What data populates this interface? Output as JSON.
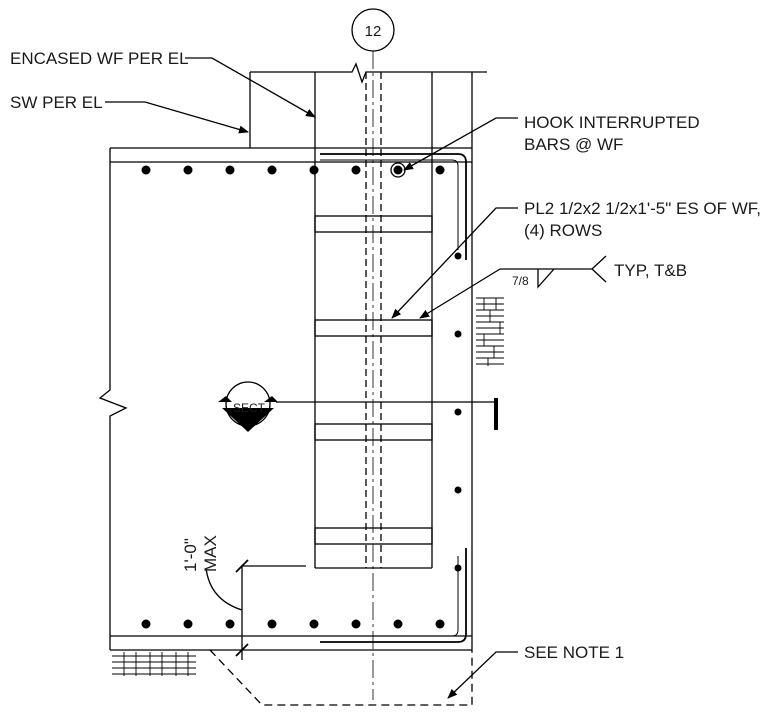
{
  "grid_bubble": "12",
  "labels": {
    "encased_wf": "ENCASED WF PER EL",
    "sw_per_el": "SW PER EL",
    "hook_line1": "HOOK INTERRUPTED",
    "hook_line2": "BARS @ WF",
    "pl_line1": "PL2 1/2x2 1/2x1'-5\" ES OF WF,",
    "pl_line2": "(4) ROWS",
    "weld_size": "7/8",
    "weld_note": "TYP, T&B",
    "section_tag": "SECT",
    "dim_line1": "1'-0\"",
    "dim_line2": "MAX",
    "see_note": "SEE NOTE 1"
  }
}
